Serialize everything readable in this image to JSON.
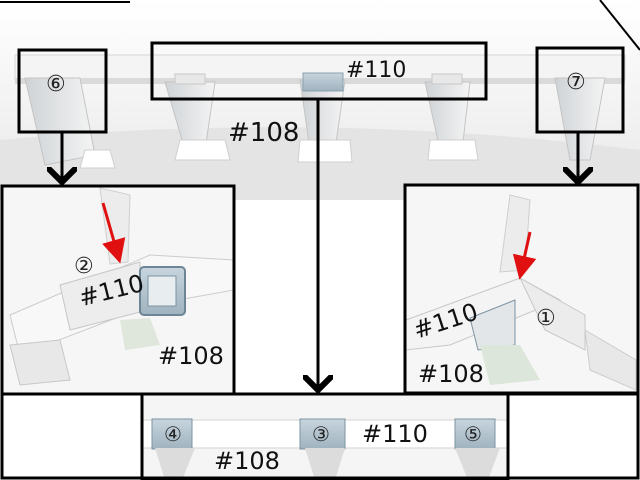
{
  "colors": {
    "frame": "#000000",
    "arrow_red": "#e01010",
    "paper": "#f3f3f3",
    "tab_blue": "#b9c8d2"
  },
  "top": {
    "label_110": "#110",
    "label_108": "#108",
    "circle_6": "⑥",
    "circle_7": "⑦"
  },
  "left_inset": {
    "circle_2": "②",
    "label_110": "#110",
    "label_108": "#108"
  },
  "right_inset": {
    "label_110": "#110",
    "circle_1": "①",
    "label_108": "#108"
  },
  "bottom_inset": {
    "circle_4": "④",
    "circle_3": "③",
    "circle_5": "⑤",
    "label_110": "#110",
    "label_108": "#108"
  }
}
